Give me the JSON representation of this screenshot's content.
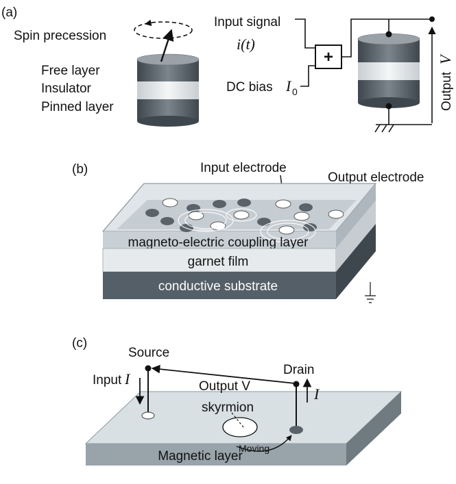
{
  "panel_a": {
    "tag": "(a)",
    "spin_precession": "Spin precession",
    "free_layer": "Free layer",
    "insulator": "Insulator",
    "pinned_layer": "Pinned layer",
    "input_signal": "Input signal",
    "input_symbol": "i(t)",
    "dc_bias": "DC bias",
    "dc_symbol": "I",
    "dc_subscript": "0",
    "adder_symbol": "+",
    "output_label": "Output",
    "output_symbol": "V"
  },
  "panel_b": {
    "tag": "(b)",
    "input_electrode": "Input electrode",
    "output_electrode": "Output electrode",
    "layer_top": "magneto-electric coupling layer",
    "layer_mid": "garnet film",
    "layer_bottom": "conductive substrate"
  },
  "panel_c": {
    "tag": "(c)",
    "source": "Source",
    "drain": "Drain",
    "input_label": "Input",
    "input_symbol": "I",
    "output_label": "Output V",
    "drain_current_symbol": "I",
    "skyrmion": "skyrmion",
    "moving": "Moving",
    "magnetic_layer": "Magnetic layer"
  },
  "colors": {
    "dark_gray": "#5c656d",
    "mid_gray": "#8e969d",
    "light_band": "#e9ecee",
    "slab_top": "#d6dde1",
    "substrate": "#4f5961"
  }
}
